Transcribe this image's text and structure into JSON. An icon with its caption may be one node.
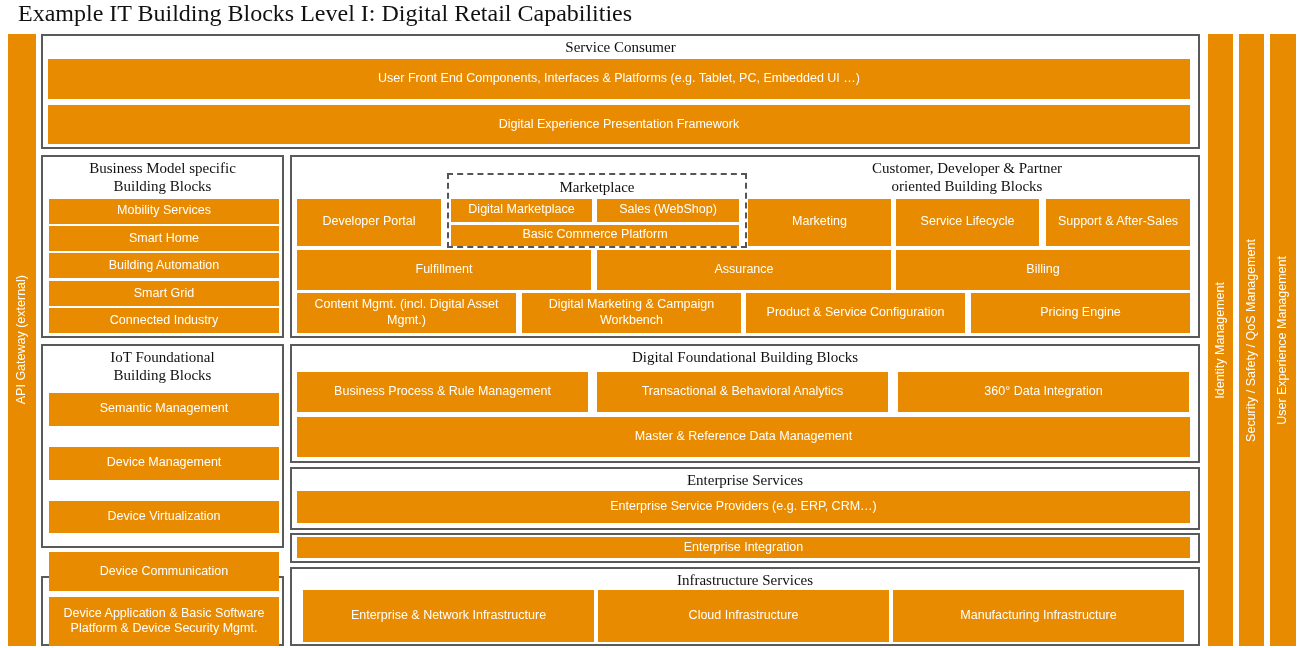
{
  "diagram": {
    "title": "Example IT Building Blocks Level I: Digital Retail Capabilities",
    "nodes": [
      {
        "text": [
          "API Gateway (external)"
        ]
      },
      {
        "text": [
          "Service Consumer"
        ]
      },
      {
        "text": [
          "User Front End Components, Interfaces & Platforms (e.g. Tablet, PC, Embedded UI …)"
        ],
        "in": 1
      },
      {
        "text": [
          "Digital Experience Presentation Framework"
        ],
        "in": 1
      },
      {
        "text": [
          "Business Model specific Building Blocks"
        ]
      },
      {
        "text": [
          "Mobility Services"
        ],
        "in": 4
      },
      {
        "text": [
          "Smart Home"
        ],
        "in": 4
      },
      {
        "text": [
          "Building Automation"
        ],
        "in": 4
      },
      {
        "text": [
          "Smart Grid"
        ],
        "in": 4
      },
      {
        "text": [
          "Connected Industry"
        ],
        "in": 4
      },
      {
        "text": [
          "Customer, Developer & Partner oriented Building Blocks"
        ]
      },
      {
        "text": [
          "Developer Portal"
        ],
        "in": 10
      },
      {
        "text": [
          "Marketplace"
        ],
        "in": 10
      },
      {
        "text": [
          "Digital Marketplace"
        ],
        "in": 12
      },
      {
        "text": [
          "Sales (WebShop)"
        ],
        "in": 12
      },
      {
        "text": [
          "Basic Commerce Platform"
        ],
        "in": 12
      },
      {
        "text": [
          "Marketing"
        ],
        "in": 10
      },
      {
        "text": [
          "Service Lifecycle"
        ],
        "in": 10
      },
      {
        "text": [
          "Support & After-Sales"
        ],
        "in": 10
      },
      {
        "text": [
          "Fulfillment"
        ],
        "in": 10
      },
      {
        "text": [
          "Assurance"
        ],
        "in": 10
      },
      {
        "text": [
          "Billing"
        ],
        "in": 10
      },
      {
        "text": [
          "Content Mgmt. (incl. Digital Asset Mgmt.)"
        ],
        "in": 10
      },
      {
        "text": [
          "Digital Marketing & Campaign Workbench"
        ],
        "in": 10
      },
      {
        "text": [
          "Product & Service Configuration"
        ],
        "in": 10
      },
      {
        "text": [
          "Pricing Engine"
        ],
        "in": 10
      },
      {
        "text": [
          "IoT Foundational Building Blocks"
        ]
      },
      {
        "text": [
          "Semantic Management"
        ],
        "in": 26
      },
      {
        "text": [
          "Device Management"
        ],
        "in": 26
      },
      {
        "text": [
          "Device Virtualization"
        ],
        "in": 26
      },
      {
        "text": [
          "Device Communication"
        ]
      },
      {
        "text": [],
        "shape": "box"
      },
      {
        "text": [
          "Device Application & Basic Software Platform & Device Security Mgmt."
        ],
        "in": 31
      },
      {
        "text": [
          "Digital Foundational Building Blocks"
        ]
      },
      {
        "text": [
          "Business Process & Rule Management"
        ],
        "in": 33
      },
      {
        "text": [
          "Transactional & Behavioral Analytics"
        ],
        "in": 33
      },
      {
        "text": [
          "360° Data Integration"
        ],
        "in": 33
      },
      {
        "text": [
          "Master & Reference Data Management"
        ],
        "in": 33
      },
      {
        "text": [
          "Enterprise Services"
        ]
      },
      {
        "text": [
          "Enterprise Service Providers (e.g. ERP, CRM…)"
        ],
        "in": 38
      },
      {
        "text": [],
        "shape": "box"
      },
      {
        "text": [
          "Enterprise Integration"
        ],
        "in": 40
      },
      {
        "text": [
          "Infrastructure Services"
        ]
      },
      {
        "text": [
          "Enterprise & Network Infrastructure"
        ],
        "in": 42
      },
      {
        "text": [
          "Cloud Infrastructure"
        ],
        "in": 42
      },
      {
        "text": [
          "Manufacturing Infrastructure"
        ],
        "in": 42
      },
      {
        "text": [
          "Identity Management"
        ]
      },
      {
        "text": [
          "Security / Safety / QoS Management"
        ]
      },
      {
        "text": [
          "User Experience Management"
        ]
      }
    ]
  }
}
